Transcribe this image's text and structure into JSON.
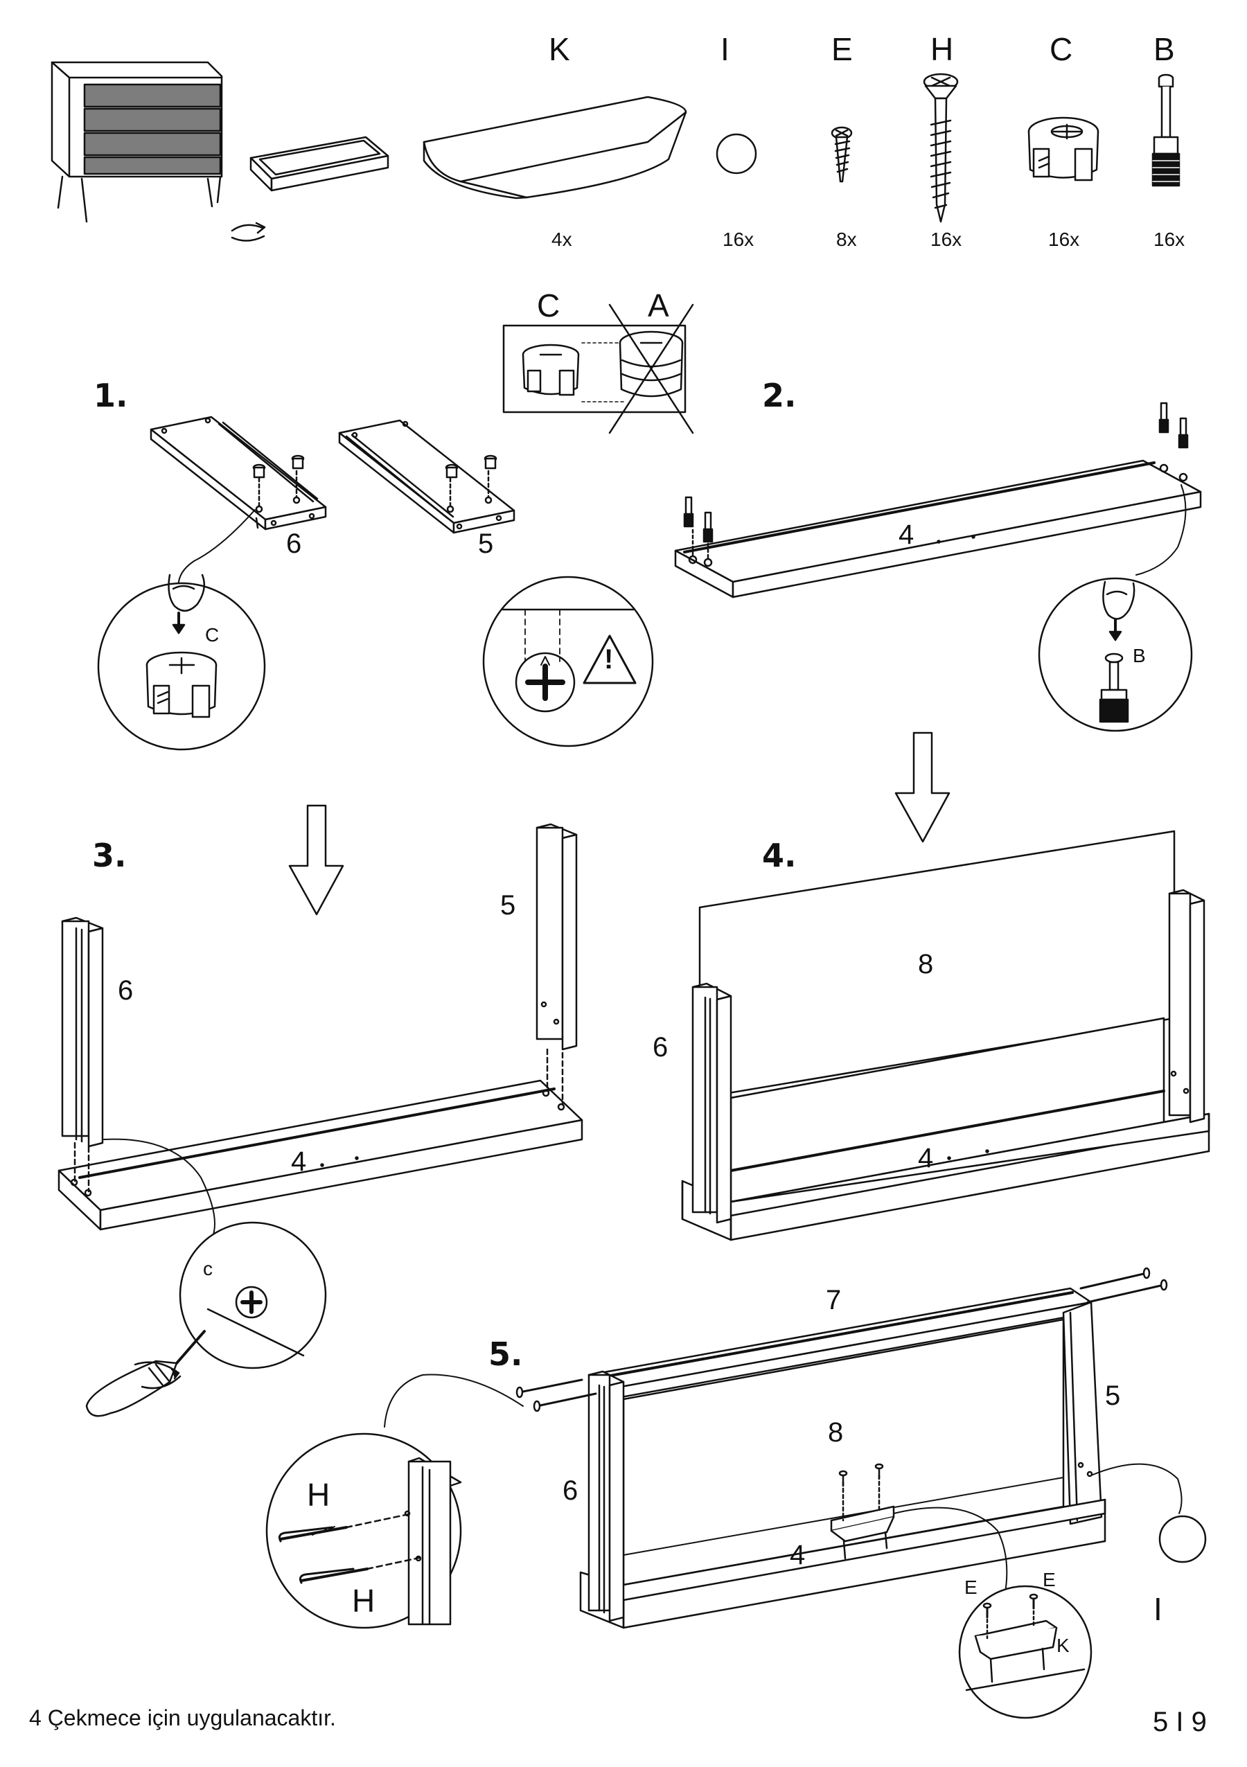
{
  "parts": [
    {
      "letter": "K",
      "qty": "4x"
    },
    {
      "letter": "I",
      "qty": "16x"
    },
    {
      "letter": "E",
      "qty": "8x"
    },
    {
      "letter": "H",
      "qty": "16x"
    },
    {
      "letter": "C",
      "qty": "16x"
    },
    {
      "letter": "B",
      "qty": "16x"
    }
  ],
  "compare": {
    "correct": "C",
    "wrong": "A"
  },
  "steps": [
    "1.",
    "2.",
    "3.",
    "4.",
    "5."
  ],
  "panel_labels": {
    "p4": "4",
    "p5": "5",
    "p6": "6",
    "p7": "7",
    "p8": "8",
    "cam_c": "C",
    "cam_c_lower": "c",
    "bolt_b": "B",
    "screw_h": "H",
    "screw_e": "E",
    "handle_k": "K",
    "cap_i": "I"
  },
  "warning_symbol": "!",
  "footer": {
    "note": "4 Çekmece için uygulanacaktır.",
    "page": "5 I 9"
  }
}
